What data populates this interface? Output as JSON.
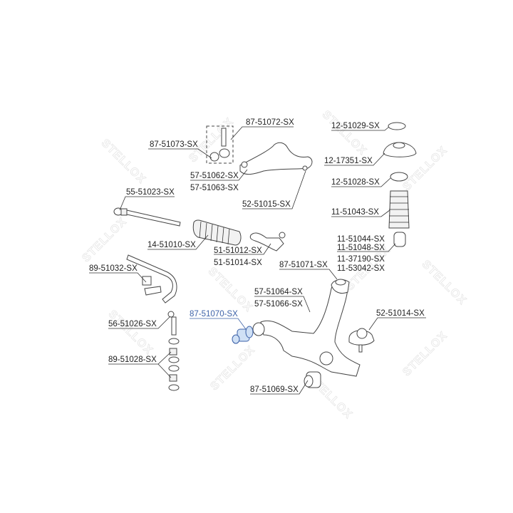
{
  "watermark": "STELLOX",
  "highlight_color": "#3d62a8",
  "labels": {
    "l87_51072": "87-51072-SX",
    "l87_51073": "87-51073-SX",
    "l57_51062": "57-51062-SX",
    "l57_51063": "57-51063-SX",
    "l55_51023": "55-51023-SX",
    "l52_51015": "52-51015-SX",
    "l14_51010": "14-51010-SX",
    "l51_51012": "51-51012-SX",
    "l51_51014": "51-51014-SX",
    "l87_51071": "87-51071-SX",
    "l89_51032": "89-51032-SX",
    "l57_51064": "57-51064-SX",
    "l57_51066": "57-51066-SX",
    "l87_51070": "87-51070-SX",
    "l56_51026": "56-51026-SX",
    "l52_51014": "52-51014-SX",
    "l89_51028": "89-51028-SX",
    "l87_51069": "87-51069-SX",
    "l12_51029": "12-51029-SX",
    "l12_17351": "12-17351-SX",
    "l12_51028": "12-51028-SX",
    "l11_51043": "11-51043-SX",
    "l11_51044": "11-51044-SX",
    "l11_51048": "11-51048-SX",
    "l11_37190": "11-37190-SX",
    "l11_53042": "11-53042-SX"
  }
}
